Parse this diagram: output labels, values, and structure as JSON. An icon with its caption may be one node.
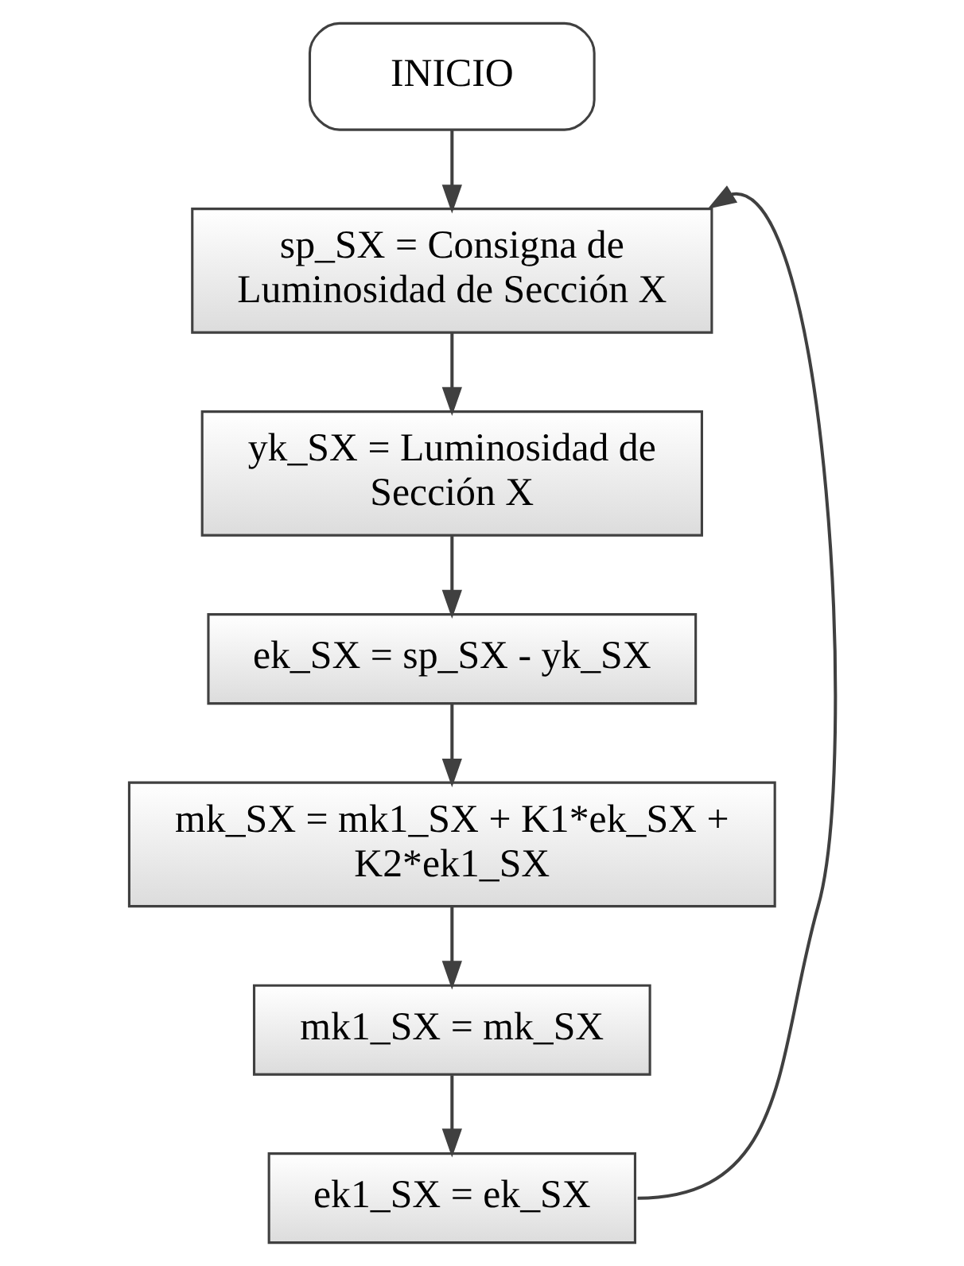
{
  "diagram": {
    "nodes": [
      {
        "text": [
          "INICIO"
        ]
      },
      {
        "text": [
          "sp_SX = Consigna de Luminosidad de Sección X"
        ]
      },
      {
        "text": [
          "yk_SX = Luminosidad de Sección X"
        ]
      },
      {
        "text": [
          "ek_SX = sp_SX - yk_SX"
        ]
      },
      {
        "text": [
          "mk_SX = mk1_SX + K1*ek_SX + K2*ek1_SX"
        ]
      },
      {
        "text": [
          "mk1_SX = mk_SX"
        ]
      },
      {
        "text": [
          "ek1_SX = ek_SX"
        ]
      }
    ],
    "edges": [
      {
        "from": 0,
        "to": 1,
        "arrow": "to"
      },
      {
        "from": 1,
        "to": 2,
        "arrow": "to"
      },
      {
        "from": 2,
        "to": 3,
        "arrow": "to"
      },
      {
        "from": 3,
        "to": 4,
        "arrow": "to"
      },
      {
        "from": 4,
        "to": 5,
        "arrow": "to"
      },
      {
        "from": 5,
        "to": 6,
        "arrow": "to"
      },
      {
        "from": 6,
        "to": 1,
        "arrow": "to"
      }
    ]
  }
}
